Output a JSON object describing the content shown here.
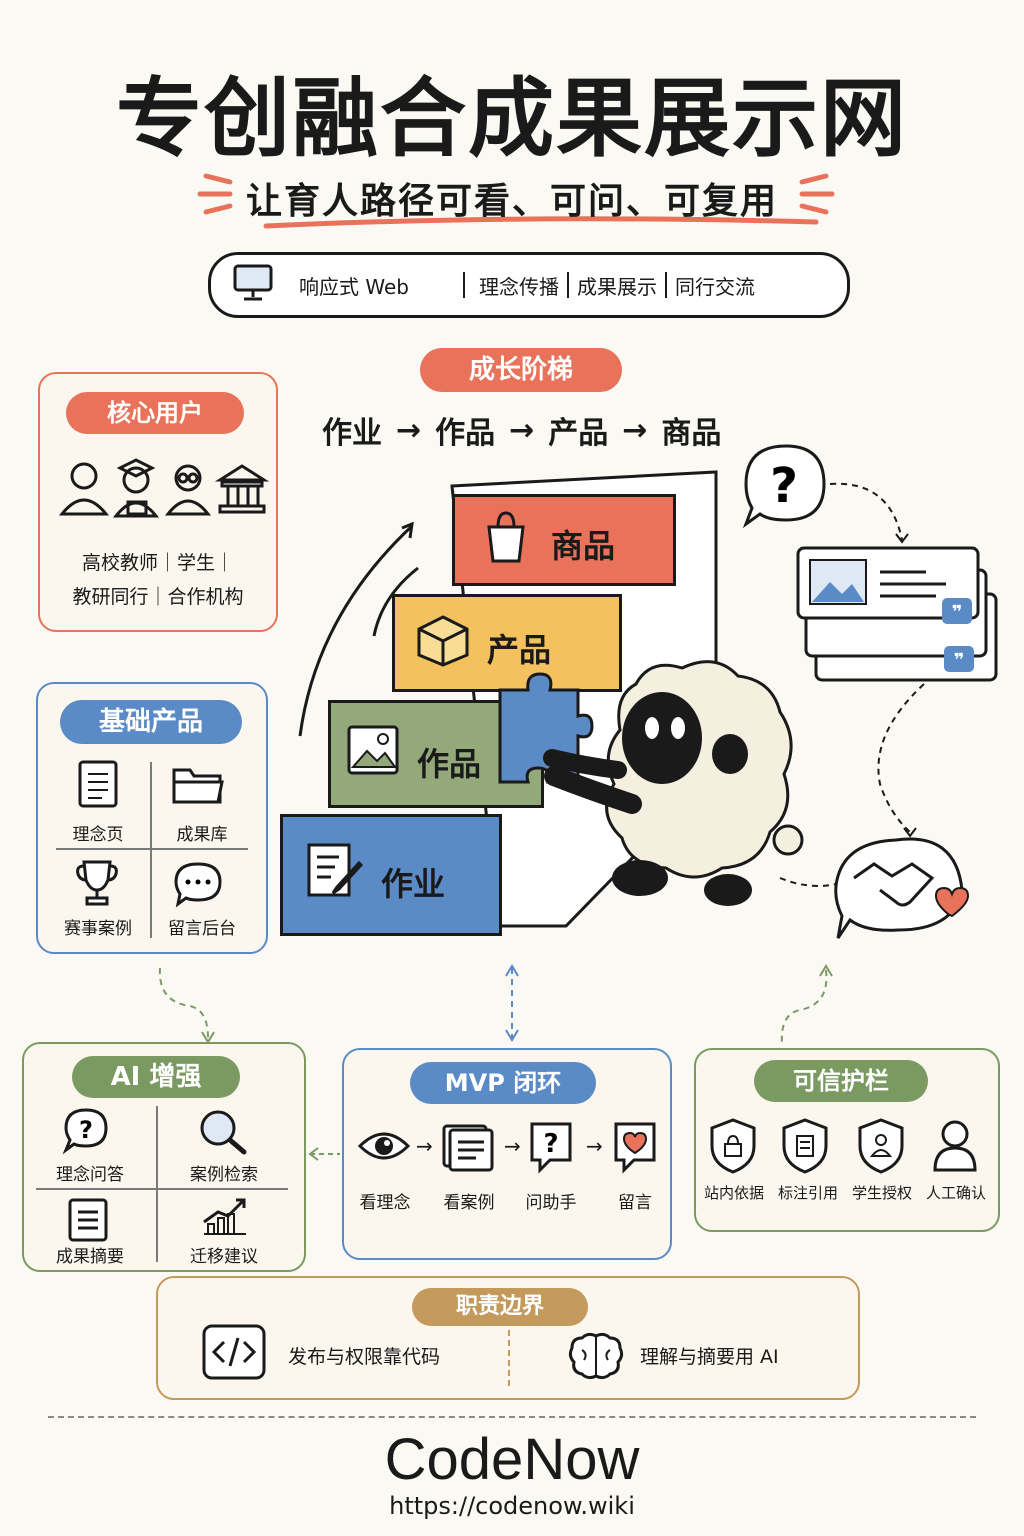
{
  "title": "专创融合成果展示网",
  "subtitle": "让育人路径可看、可问、可复用",
  "top_bar": {
    "web_label": "响应式 Web",
    "items": [
      "理念传播",
      "成果展示",
      "同行交流"
    ]
  },
  "core_users": {
    "tag": "核心用户",
    "line1": "高校教师｜学生｜",
    "line2": "教研同行｜合作机构"
  },
  "growth": {
    "tag": "成长阶梯",
    "path": [
      "作业",
      "作品",
      "产品",
      "商品"
    ],
    "steps": [
      "作业",
      "作品",
      "产品",
      "商品"
    ]
  },
  "base_products": {
    "tag": "基础产品",
    "items": [
      "理念页",
      "成果库",
      "赛事案例",
      "留言后台"
    ]
  },
  "ai": {
    "tag": "AI 增强",
    "items": [
      "理念问答",
      "案例检索",
      "成果摘要",
      "迁移建议"
    ]
  },
  "mvp": {
    "tag": "MVP 闭环",
    "items": [
      "看理念",
      "看案例",
      "问助手",
      "留言"
    ]
  },
  "guard": {
    "tag": "可信护栏",
    "items": [
      "站内依据",
      "标注引用",
      "学生授权",
      "人工确认"
    ]
  },
  "duty": {
    "tag": "职责边界",
    "left": "发布与权限靠代码",
    "right": "理解与摘要用 AI"
  },
  "footer": {
    "brand": "CodeNow",
    "url": "https://codenow.wiki"
  },
  "colors": {
    "red": "#e8735a",
    "blue": "#5b8bc6",
    "green": "#7a9a62",
    "yellow": "#f3c25e",
    "olive": "#93a97a",
    "brown": "#c49a5c"
  }
}
